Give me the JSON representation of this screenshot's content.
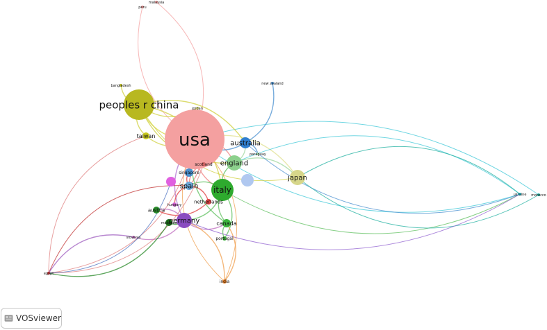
{
  "app": {
    "name": "VOSviewer",
    "logo_icon": "vosviewer-logo-icon"
  },
  "nodes": [
    {
      "id": "usa",
      "label": "usa",
      "color": "#f4a0a0"
    },
    {
      "id": "china",
      "label": "peoples r china",
      "color": "#b8b820"
    },
    {
      "id": "italy",
      "label": "italy",
      "color": "#2eaa2e"
    },
    {
      "id": "england",
      "label": "england",
      "color": "#8cd08c"
    },
    {
      "id": "australia",
      "label": "australia",
      "color": "#2f7fd0"
    },
    {
      "id": "japan",
      "label": "japan",
      "color": "#d6d68a"
    },
    {
      "id": "germany",
      "label": "germany",
      "color": "#8a4cc0"
    },
    {
      "id": "spain",
      "label": "spain",
      "color": "#6aa7d8"
    },
    {
      "id": "canada",
      "label": "canada",
      "color": "#3cb43c"
    },
    {
      "id": "taiwan",
      "label": "taiwan",
      "color": "#c8c820"
    },
    {
      "id": "netherlands",
      "label": "netherlands",
      "color": "#e04040"
    },
    {
      "id": "scotland",
      "label": "scotland",
      "color": "#f07070"
    },
    {
      "id": "singapore",
      "label": "singapore",
      "color": "#4a90d0"
    },
    {
      "id": "austria",
      "label": "austria",
      "color": "#2a8a2a"
    },
    {
      "id": "hungary",
      "label": "hungary",
      "color": "#d060d0"
    },
    {
      "id": "maldives",
      "label": "maldives",
      "color": "#1a6a1a"
    },
    {
      "id": "slovenia",
      "label": "slovenia",
      "color": "#c070c0"
    },
    {
      "id": "portugal",
      "label": "portugal",
      "color": "#3aaa3a"
    },
    {
      "id": "india",
      "label": "india",
      "color": "#f08020"
    },
    {
      "id": "egypt",
      "label": "egypt",
      "color": "#c03030"
    },
    {
      "id": "jordan",
      "label": "jordan",
      "color": "#e0e080"
    },
    {
      "id": "paraguay",
      "label": "paraguay",
      "color": "#aaddaa"
    },
    {
      "id": "new_zealand",
      "label": "new zealand",
      "color": "#4a90d0"
    },
    {
      "id": "bangladesh",
      "label": "bangladesh",
      "color": "#b8b820"
    },
    {
      "id": "malaysia",
      "label": "malaysia",
      "color": "#f4a0a0"
    },
    {
      "id": "peru",
      "label": "peru",
      "color": "#f4a0a0"
    },
    {
      "id": "ukraine",
      "label": "ukraine",
      "color": "#20c0d0"
    },
    {
      "id": "morocco",
      "label": "morocco",
      "color": "#20b0a0"
    },
    {
      "id": "pink_unlabeled",
      "label": "",
      "color": "#e060e0"
    },
    {
      "id": "lightblue_unlabeled",
      "label": "",
      "color": "#b0c8f0"
    }
  ],
  "links": [
    {
      "source": "usa",
      "target": "china",
      "color": "#d8d840"
    },
    {
      "source": "usa",
      "target": "italy",
      "color": "#f08080"
    },
    {
      "source": "usa",
      "target": "england",
      "color": "#f08080"
    },
    {
      "source": "usa",
      "target": "australia",
      "color": "#4a90d0"
    },
    {
      "source": "usa",
      "target": "japan",
      "color": "#e0e090"
    },
    {
      "source": "usa",
      "target": "germany",
      "color": "#b070d0"
    },
    {
      "source": "usa",
      "target": "spain",
      "color": "#f08080"
    },
    {
      "source": "usa",
      "target": "canada",
      "color": "#60c060"
    },
    {
      "source": "usa",
      "target": "taiwan",
      "color": "#d0d040"
    },
    {
      "source": "usa",
      "target": "india",
      "color": "#f0a050"
    },
    {
      "source": "usa",
      "target": "egypt",
      "color": "#e08080"
    },
    {
      "source": "usa",
      "target": "malaysia",
      "color": "#f4a0a0"
    },
    {
      "source": "usa",
      "target": "peru",
      "color": "#f4a0a0"
    },
    {
      "source": "usa",
      "target": "ukraine",
      "color": "#40c8d8"
    },
    {
      "source": "usa",
      "target": "morocco",
      "color": "#40c8d8"
    },
    {
      "source": "china",
      "target": "taiwan",
      "color": "#d0d040"
    },
    {
      "source": "china",
      "target": "australia",
      "color": "#d0d040"
    },
    {
      "source": "china",
      "target": "japan",
      "color": "#d0d040"
    },
    {
      "source": "china",
      "target": "italy",
      "color": "#d0d040"
    },
    {
      "source": "china",
      "target": "england",
      "color": "#d0d040"
    },
    {
      "source": "china",
      "target": "bangladesh",
      "color": "#d0d040"
    },
    {
      "source": "china",
      "target": "jordan",
      "color": "#d0d040"
    },
    {
      "source": "italy",
      "target": "germany",
      "color": "#60c060"
    },
    {
      "source": "italy",
      "target": "canada",
      "color": "#60c060"
    },
    {
      "source": "italy",
      "target": "england",
      "color": "#60c060"
    },
    {
      "source": "italy",
      "target": "spain",
      "color": "#60c060"
    },
    {
      "source": "italy",
      "target": "portugal",
      "color": "#60c060"
    },
    {
      "source": "italy",
      "target": "ukraine",
      "color": "#60c060"
    },
    {
      "source": "england",
      "target": "japan",
      "color": "#a0d8a0"
    },
    {
      "source": "england",
      "target": "australia",
      "color": "#a0d8a0"
    },
    {
      "source": "england",
      "target": "ukraine",
      "color": "#40c8d8"
    },
    {
      "source": "australia",
      "target": "new_zealand",
      "color": "#4a90d0"
    },
    {
      "source": "australia",
      "target": "paraguay",
      "color": "#4a90d0"
    },
    {
      "source": "australia",
      "target": "ukraine",
      "color": "#4a90d0"
    },
    {
      "source": "japan",
      "target": "ukraine",
      "color": "#20b0a0"
    },
    {
      "source": "japan",
      "target": "morocco",
      "color": "#20b0a0"
    },
    {
      "source": "germany",
      "target": "slovenia",
      "color": "#c070c0"
    },
    {
      "source": "germany",
      "target": "austria",
      "color": "#c070c0"
    },
    {
      "source": "germany",
      "target": "maldives",
      "color": "#2a8a2a"
    },
    {
      "source": "germany",
      "target": "canada",
      "color": "#c070c0"
    },
    {
      "source": "germany",
      "target": "india",
      "color": "#f0a050"
    },
    {
      "source": "germany",
      "target": "ukraine",
      "color": "#9060d0"
    },
    {
      "source": "spain",
      "target": "netherlands",
      "color": "#e04040"
    },
    {
      "source": "spain",
      "target": "hungary",
      "color": "#e04040"
    },
    {
      "source": "spain",
      "target": "singapore",
      "color": "#e04040"
    },
    {
      "source": "spain",
      "target": "egypt",
      "color": "#c03030"
    },
    {
      "source": "canada",
      "target": "india",
      "color": "#f0a050"
    },
    {
      "source": "canada",
      "target": "portugal",
      "color": "#60c060"
    },
    {
      "source": "netherlands",
      "target": "austria",
      "color": "#e04040"
    },
    {
      "source": "scotland",
      "target": "spain",
      "color": "#f07070"
    },
    {
      "source": "scotland",
      "target": "egypt",
      "color": "#e08080"
    },
    {
      "source": "taiwan",
      "target": "egypt",
      "color": "#e08080"
    },
    {
      "source": "maldives",
      "target": "egypt",
      "color": "#2a8a2a"
    },
    {
      "source": "slovenia",
      "target": "egypt",
      "color": "#a060c0"
    },
    {
      "source": "pink_unlabeled",
      "target": "egypt",
      "color": "#4a70c0"
    },
    {
      "source": "india",
      "target": "usa",
      "color": "#f0a050"
    }
  ]
}
